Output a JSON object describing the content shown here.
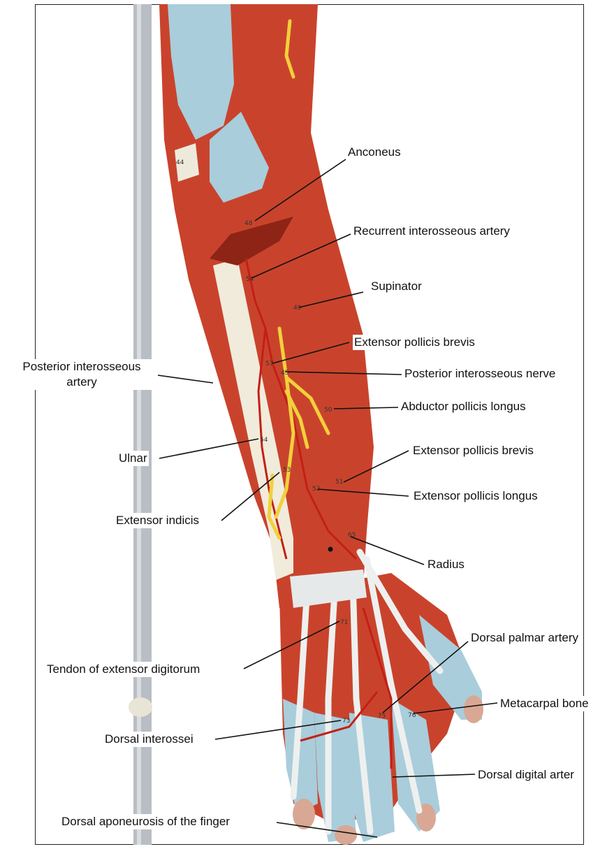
{
  "colors": {
    "muscle": "#c9432c",
    "muscle_dark": "#a8311e",
    "tendon": "#eef0ef",
    "bone": "#f1ebdb",
    "fascia": "#a9cddb",
    "nerve": "#f2d03b",
    "artery": "#c41f16",
    "stand": "#b9bdc4",
    "leader": "#111111"
  },
  "labels": {
    "anconeus": "Anconeus",
    "recurrent_interosseous_artery": "Recurrent interosseous artery",
    "supinator": "Supinator",
    "extensor_pollicis_brevis_1": "Extensor pollicis brevis",
    "posterior_interosseous_artery": "Posterior interosseous artery",
    "posterior_interosseous_nerve": "Posterior interosseous nerve",
    "abductor_pollicis_longus": "Abductor pollicis longus",
    "ulnar": "Ulnar",
    "extensor_pollicis_brevis_2": "Extensor pollicis brevis",
    "extensor_pollicis_longus": "Extensor pollicis longus",
    "extensor_indicis": "Extensor indicis",
    "radius": "Radius",
    "dorsal_palmar_artery": "Dorsal palmar artery",
    "tendon_of_extensor_digitorum": "Tendon of extensor digitorum",
    "metacarpal_bone": "Metacarpal bone",
    "dorsal_interossei": "Dorsal interossei",
    "dorsal_digital_arter": "Dorsal digital arter",
    "dorsal_aponeurosis": "Dorsal aponeurosis of the finger"
  },
  "model_numbers": {
    "n44": "44",
    "n48": "48",
    "n54a": "54",
    "n49": "49",
    "n57": "57",
    "n45": "45",
    "n50": "50",
    "n54b": "54",
    "n53": "53",
    "n51": "51",
    "n52": "52",
    "n65": "65",
    "n71": "71",
    "n73": "73",
    "n75": "75",
    "n76": "76"
  }
}
